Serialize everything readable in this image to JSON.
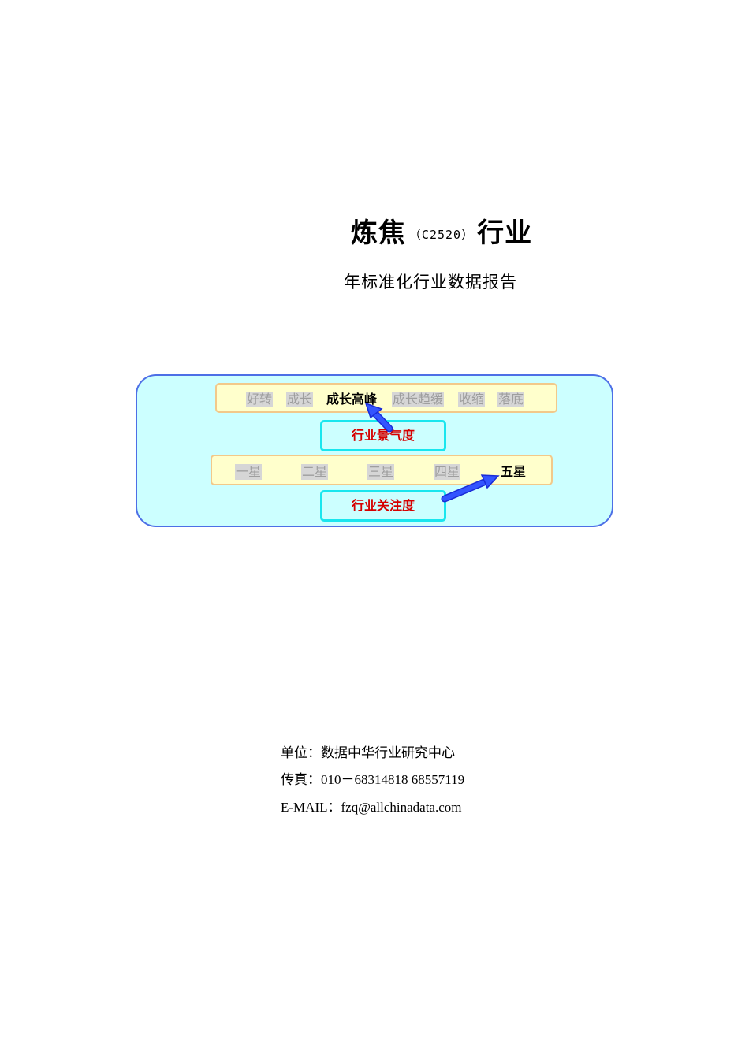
{
  "title": {
    "main": "炼焦",
    "code": "（C2520）",
    "suffix": "行业"
  },
  "subtitle": "年标准化行业数据报告",
  "diagram": {
    "cycle_levels": [
      "好转",
      "成长",
      "成长高峰",
      "成长趋缓",
      "收缩",
      "落底"
    ],
    "cycle_selected": "成长高峰",
    "cycle_label": "行业景气度",
    "star_levels": [
      "一星",
      "二星",
      "三星",
      "四星",
      "五星"
    ],
    "star_selected": "五星",
    "star_label": "行业关注度",
    "colors": {
      "panel_bg": "#ccffff",
      "panel_border": "#4d6fe6",
      "bar_bg": "#ffffcc",
      "bar_border": "#f2c98a",
      "badge_border": "#19e6ee",
      "badge_text": "#d60000",
      "arrow": "#3355ff"
    }
  },
  "contact": {
    "unit": "单位：数据中华行业研究中心",
    "fax": "传真：010－68314818  68557119",
    "email": "E-MAIL：fzq@allchinadata.com"
  }
}
